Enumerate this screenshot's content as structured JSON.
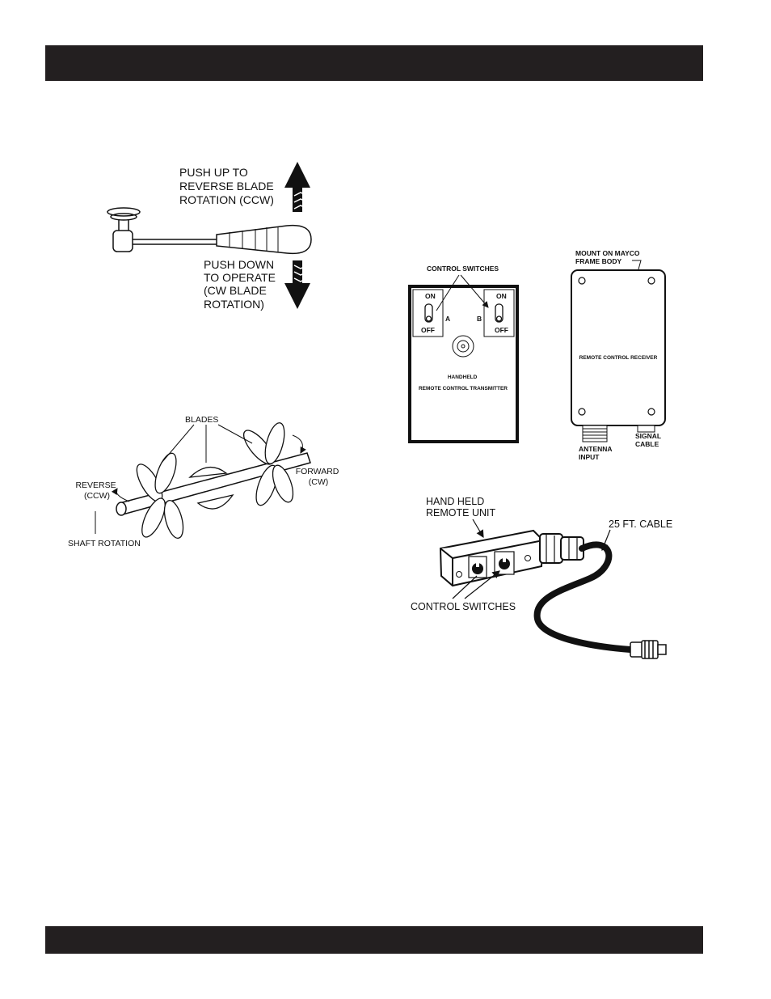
{
  "fig_lever": {
    "push_up": [
      "PUSH UP TO",
      "REVERSE BLADE",
      "ROTATION (CCW)"
    ],
    "push_down": [
      "PUSH DOWN",
      "TO OPERATE",
      "(CW BLADE",
      "ROTATION)"
    ]
  },
  "fig_blades": {
    "blades": "BLADES",
    "reverse": [
      "REVERSE",
      "(CCW)"
    ],
    "forward": [
      "FORWARD",
      "(CW)"
    ],
    "shaft_rotation": "SHAFT ROTATION"
  },
  "fig_transmitter": {
    "control_switches": "CONTROL SWITCHES",
    "on_a": "ON",
    "off_a": "OFF",
    "switch_a": "A",
    "on_b": "ON",
    "off_b": "OFF",
    "switch_b": "B",
    "label": [
      "HANDHELD",
      "REMOTE CONTROL TRANSMITTER"
    ]
  },
  "fig_receiver": {
    "mount": [
      "MOUNT ON MAYCO",
      "FRAME BODY"
    ],
    "label": "REMOTE CONTROL RECEIVER",
    "antenna": [
      "ANTENNA",
      "INPUT"
    ],
    "signal": [
      "SIGNAL",
      "CABLE"
    ]
  },
  "fig_remote": {
    "title": [
      "HAND HELD",
      "REMOTE UNIT"
    ],
    "cable": "25 FT. CABLE",
    "switches": "CONTROL SWITCHES"
  }
}
